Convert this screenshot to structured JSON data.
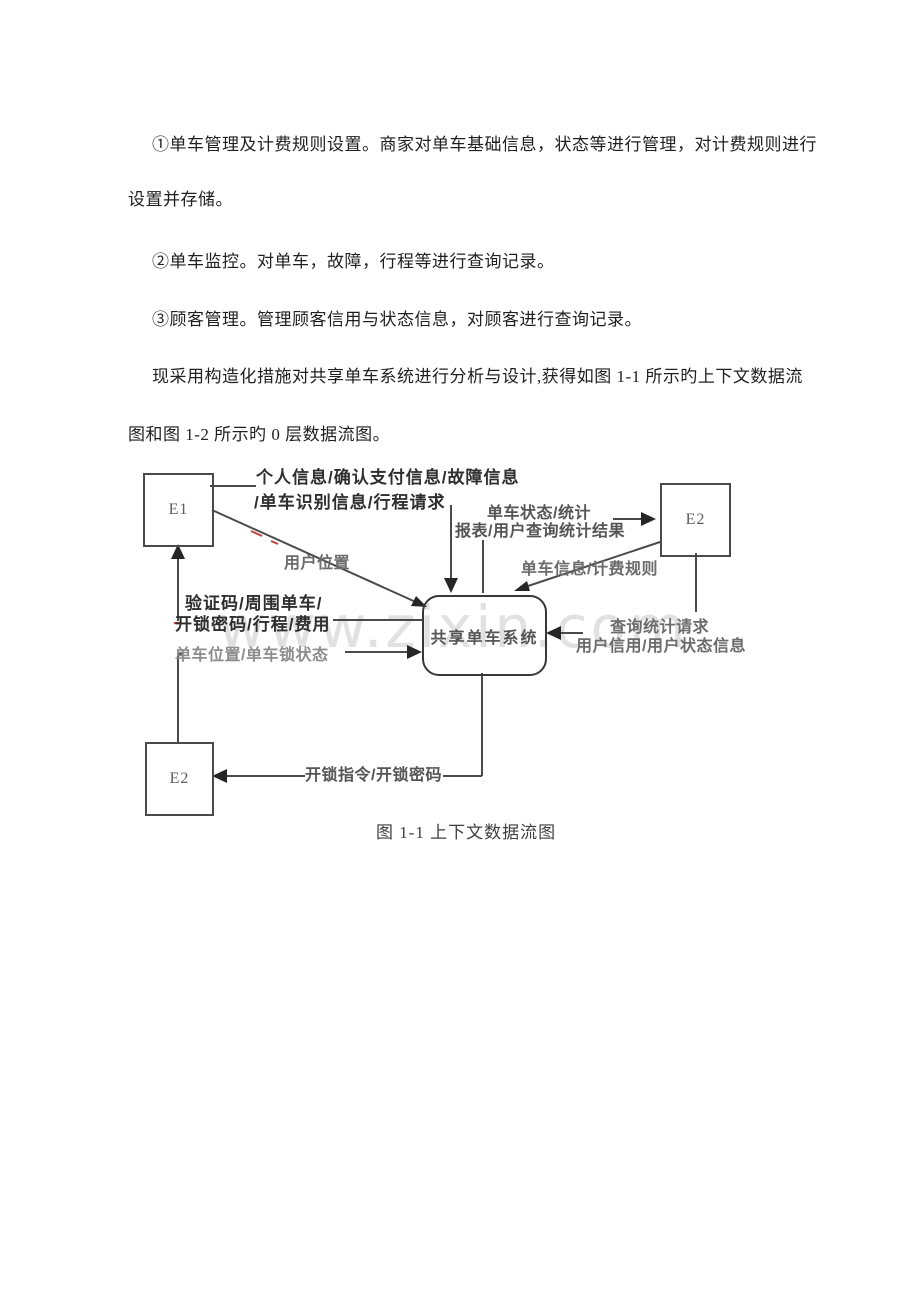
{
  "doc": {
    "lines": [
      "①单车管理及计费规则设置。商家对单车基础信息，状态等进行管理，对计费规则进行",
      "设置并存储。",
      "②单车监控。对单车，故障，行程等进行查询记录。",
      "③顾客管理。管理顾客信用与状态信息，对顾客进行查询记录。",
      "现采用构造化措施对共享单车系统进行分析与设计,获得如图 1-1 所示旳上下文数据流",
      "图和图 1-2 所示旳 0 层数据流图。"
    ]
  },
  "figure": {
    "entities": {
      "e1": "E1",
      "e2_top": "E2",
      "e2_bottom": "E2"
    },
    "process": "共享单车系统",
    "flows": {
      "personal_line1": "个人信息/确认支付信息/故障信息",
      "personal_line2": "/单车识别信息/行程请求",
      "user_location": "用户位置",
      "bike_status_line1": "单车状态/统计",
      "bike_status_line2": "报表/用户查询统计结果",
      "bike_info": "单车信息/计费规则",
      "verify_line1": "验证码/周围单车/",
      "verify_line2": "开锁密码/行程/费用",
      "bike_position": "单车位置/单车锁状态",
      "query_line1": "查询统计请求",
      "query_line2": "用户信用/用户状态信息",
      "unlock": "开锁指令/开锁密码"
    },
    "caption": "图 1-1 上下文数据流图",
    "watermark": "www.zixin.com"
  },
  "colors": {
    "line": "#4a4a4a",
    "arrow": "#262626",
    "artifact_red": "#c0443c",
    "watermark": "#c9c9c9",
    "body_text": "#1f1f1f"
  }
}
